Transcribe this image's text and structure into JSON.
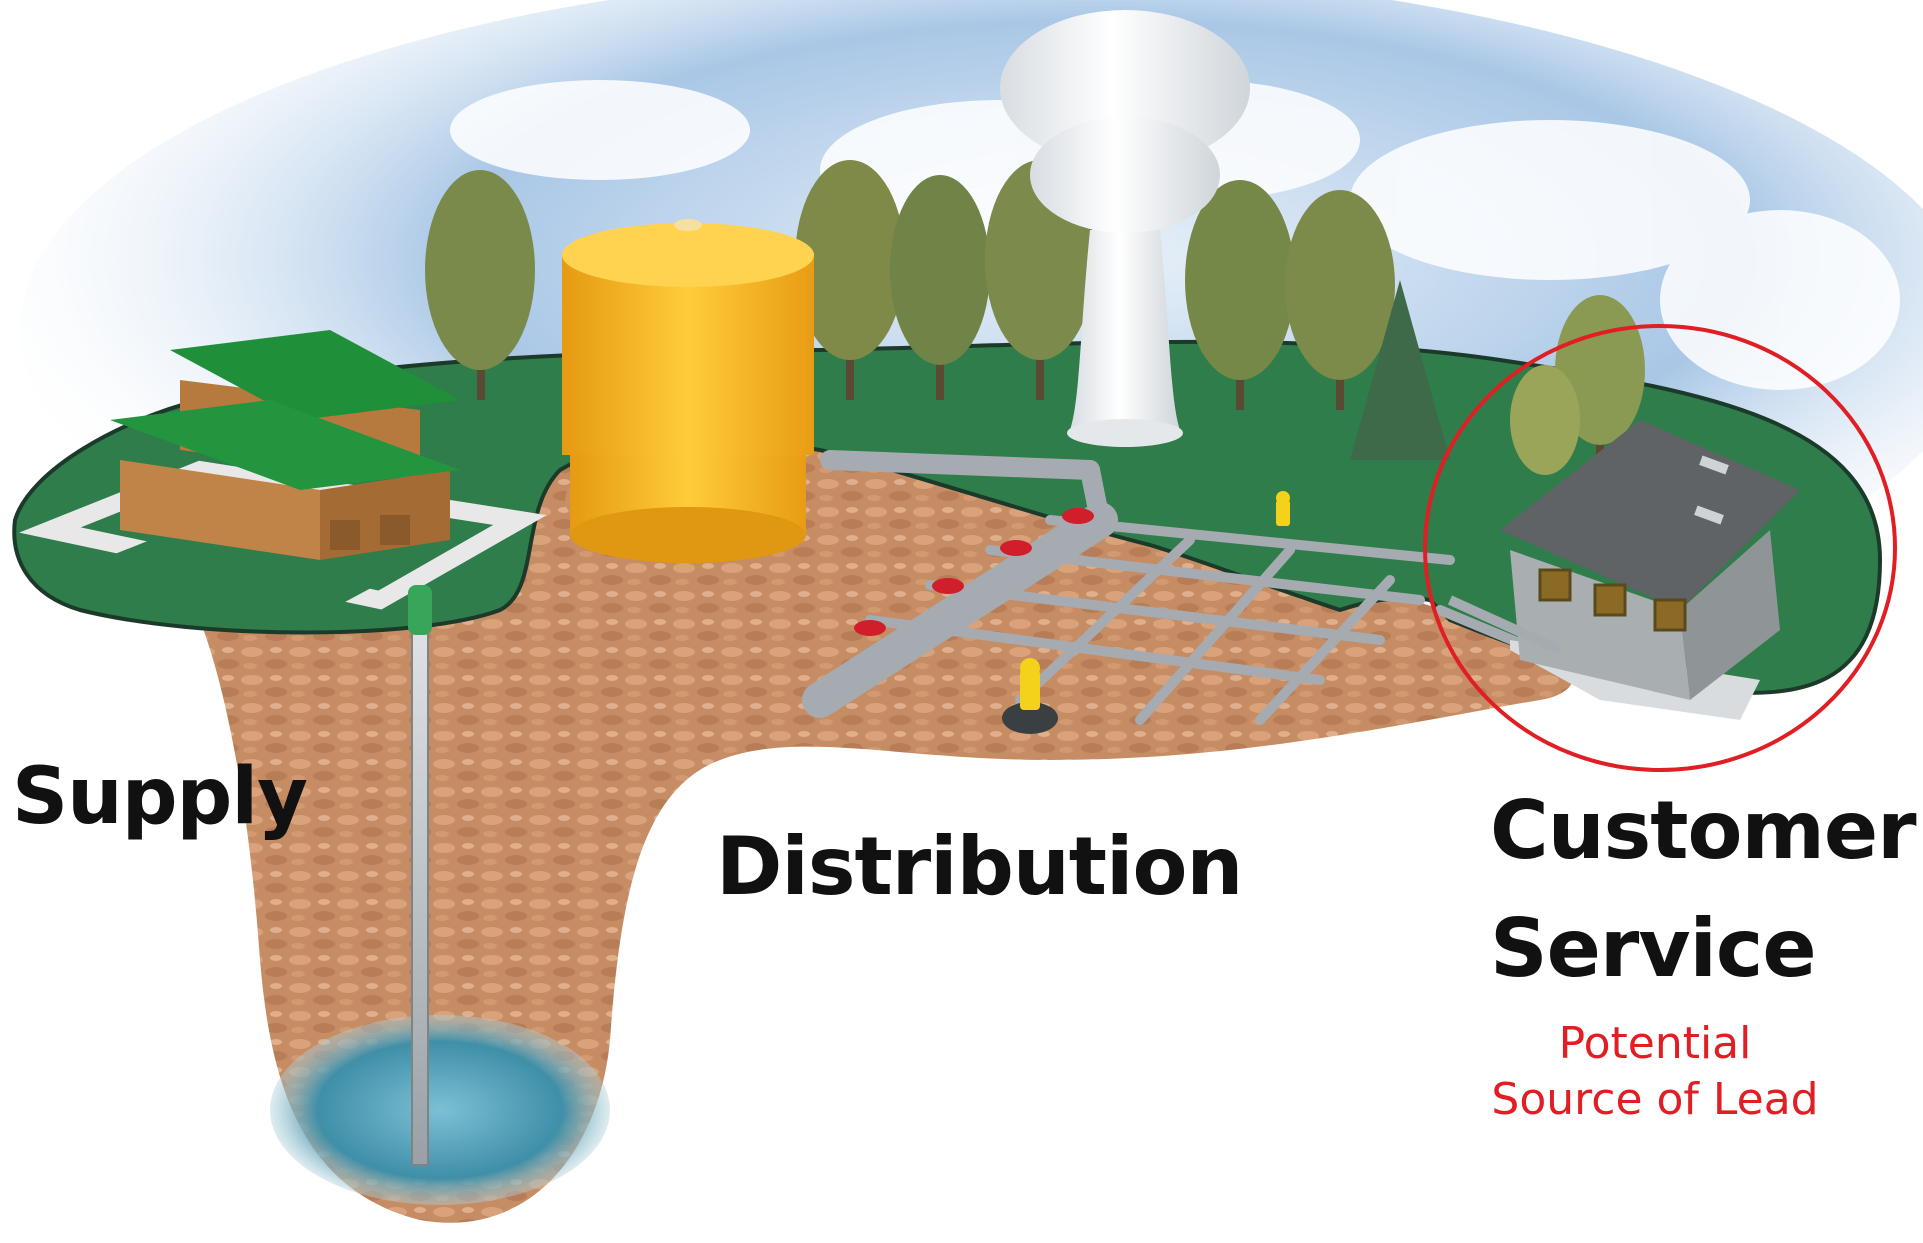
{
  "labels": {
    "supply": "Supply",
    "distribution": "Distribution",
    "customer_line1": "Customer",
    "customer_line2": "Service",
    "note_line1": "Potential",
    "note_line2": "Source of Lead"
  },
  "colors": {
    "sky": "#8fb6dc",
    "grass": "#2e7d4a",
    "soil": "#c8906a",
    "groundwater": "#3f8fa8",
    "roof": "#1f8f3a",
    "storage_tank": "#f5b21f",
    "water_tower": "#ffffff",
    "pipe": "#b9bfc4",
    "valve": "#d01f2a",
    "hydrant": "#f2d21a",
    "highlight": "#e01e24",
    "house_wall": "#a9aeb1",
    "house_roof": "#5f6366"
  },
  "icons": {
    "treatment_building": "building-icon",
    "storage_tank": "tank-icon",
    "water_tower": "water-tower-icon",
    "house": "house-icon",
    "hydrant": "hydrant-icon",
    "valve": "valve-icon",
    "well": "well-icon"
  }
}
